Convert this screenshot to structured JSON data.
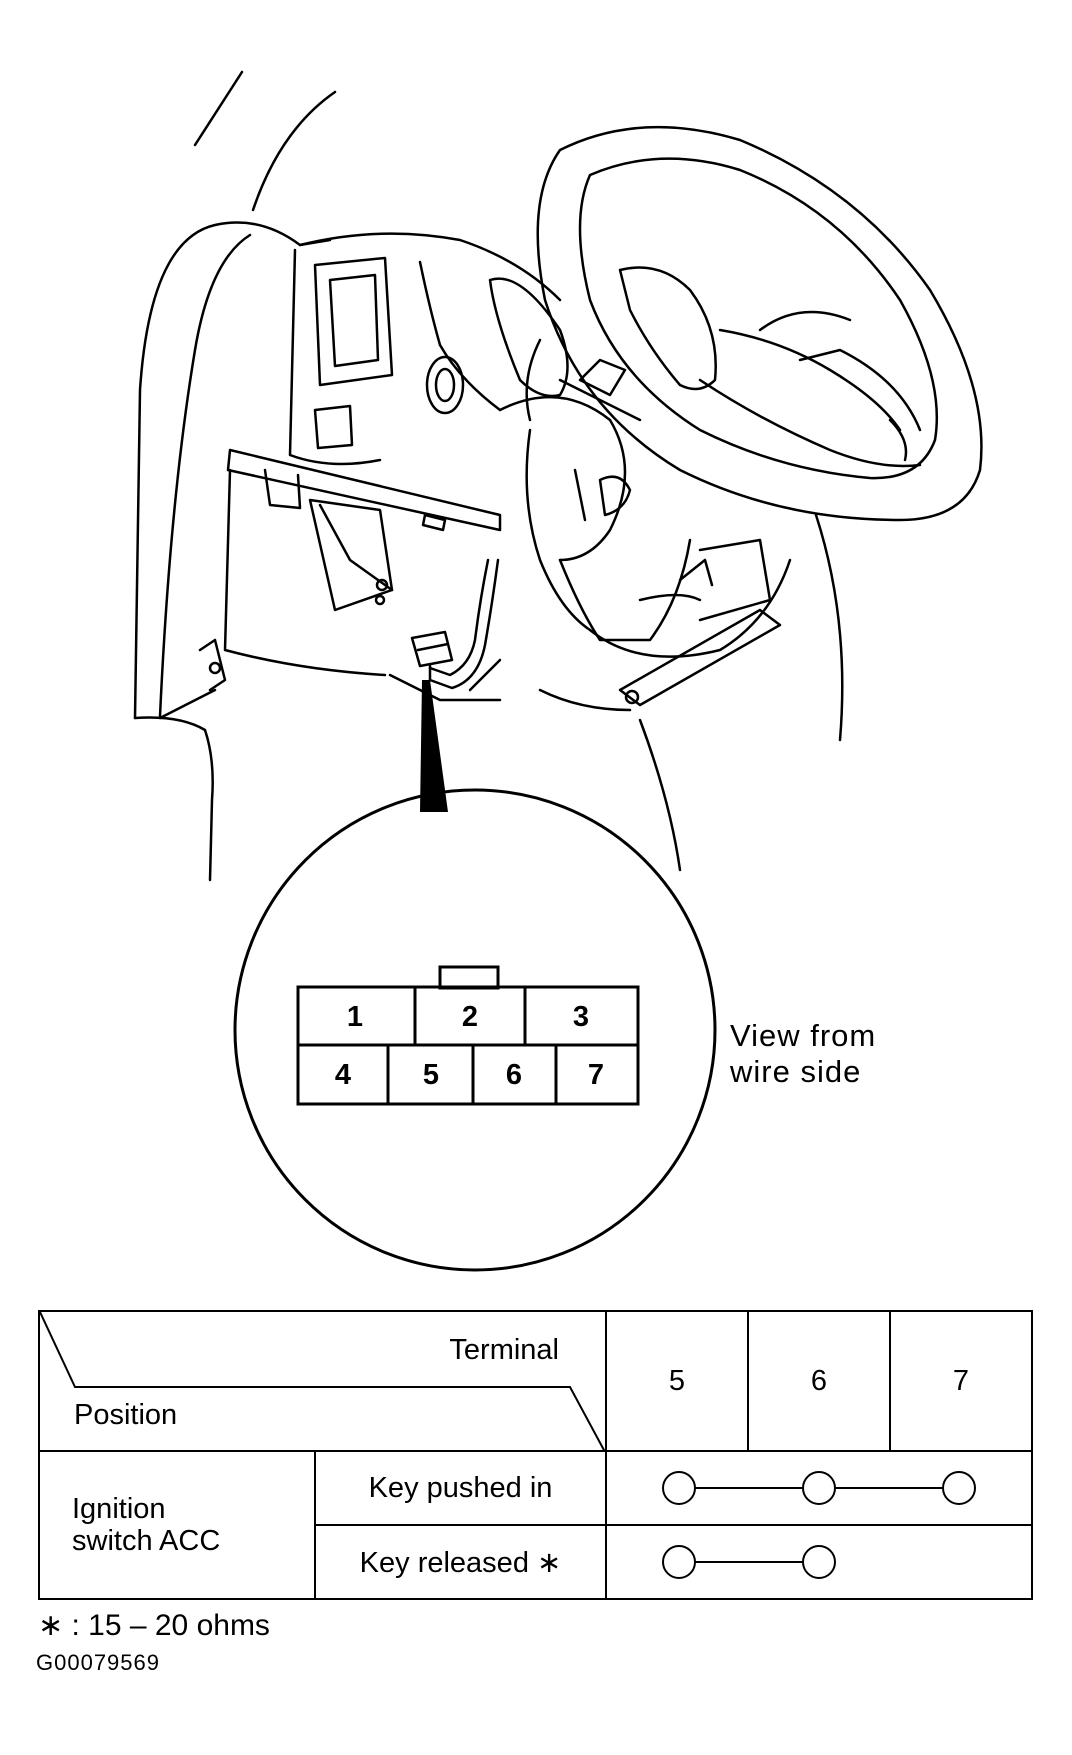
{
  "connector": {
    "pins_top": [
      "1",
      "2",
      "3"
    ],
    "pins_bottom": [
      "4",
      "5",
      "6",
      "7"
    ],
    "view_note_line1": "View from",
    "view_note_line2": "wire side"
  },
  "table": {
    "terminal_header": "Terminal",
    "position_header": "Position",
    "terminals": [
      "5",
      "6",
      "7"
    ],
    "group_label_line1": "Ignition",
    "group_label_line2": "switch ACC",
    "rows": [
      {
        "label": "Key pushed in",
        "connected": [
          "5",
          "6",
          "7"
        ]
      },
      {
        "label": "Key released ∗",
        "connected": [
          "5",
          "6"
        ]
      }
    ]
  },
  "footnote": "∗ : 15 – 20 ohms",
  "figure_id": "G00079569"
}
